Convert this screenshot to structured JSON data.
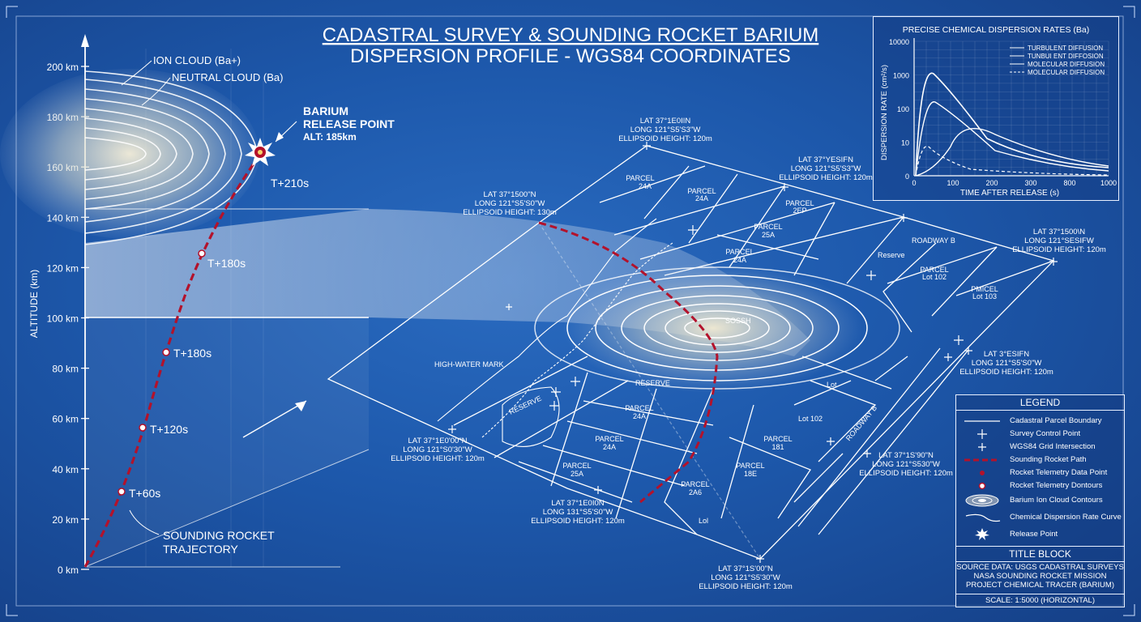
{
  "title": {
    "line1": "CADASTRAL SURVEY & SOUNDING ROCKET BARIUM",
    "line2": "DISPERSION PROFILE - WGS84 COORDINATES"
  },
  "altitude_axis": {
    "label": "ALTITUDE (km)",
    "ticks": [
      "0 km",
      "20 km",
      "40 km",
      "60 km",
      "80 km",
      "100 km",
      "120 km",
      "140 km",
      "160 km",
      "180 km",
      "200 km"
    ]
  },
  "cloud_labels": {
    "ion": "ION CLOUD (Ba+)",
    "neutral": "NEUTRAL CLOUD (Ba)"
  },
  "release": {
    "line1": "BARIUM",
    "line2": "RELEASE POINT",
    "line3": "ALT: 185km"
  },
  "trajectory": {
    "label1": "SOUNDING ROCKET",
    "label2": "TRAJECTORY",
    "markers": [
      "T+60s",
      "T+120s",
      "T+180s",
      "T+180s",
      "T+210s"
    ]
  },
  "coords": [
    {
      "l1": "LAT 37°1E0IIN",
      "l2": "LONG 121°S5'S3\"W",
      "l3": "ELLIPSOID HEIGHT: 120m"
    },
    {
      "l1": "LAT 37°YESIFN",
      "l2": "LONG 121°S5'S3\"W",
      "l3": "ELLIPSOID HEIGHT: 120m"
    },
    {
      "l1": "LAT 37°1500\"N",
      "l2": "LONG 121°S5'S0\"W",
      "l3": "ELLIPSOID HEIGHT: 130m"
    },
    {
      "l1": "LAT 37°1500\\N",
      "l2": "LONG 121°SESIFW",
      "l3": "ELLIPSOID HEIGHT: 120m"
    },
    {
      "l1": "LAT 37°1E0'00\"N",
      "l2": "LONG 121°S0'30\"W",
      "l3": "ELLIPSOID HEIGHT: 120m"
    },
    {
      "l1": "LAT 37°1E0I0N",
      "l2": "LONG 131°S5'S0\"W",
      "l3": "ELLIPSOID HEIGHT: 120m"
    },
    {
      "l1": "LAT 37°1S'00\"N",
      "l2": "LONG 121°S5'30\"W",
      "l3": "ELLIPSOID HEIGHT: 120m"
    },
    {
      "l1": "LAT 37°1S'90\"N",
      "l2": "LONG 121°S530\"W",
      "l3": "ELLIPSOID HEIGHT: 120m"
    },
    {
      "l1": "LAT 3°ESIFN",
      "l2": "LONG 121°S5'S0\"W",
      "l3": "ELLIPSOID HEIGHT: 120m"
    }
  ],
  "parcels": {
    "p1": "PARCEL",
    "p1b": "24A",
    "p2": "PARCEL",
    "p2b": "24A",
    "p3": "PARCEL",
    "p3b": "2EP",
    "p4": "PARCEL",
    "p4b": "25A",
    "p5": "PARCEL",
    "p5b": "24A",
    "p6": "PARCEL",
    "p6b": "Lot 102",
    "p7": "PMICEL",
    "p7b": "Lot 103",
    "p8": "PARCEL",
    "p8b": "24A",
    "p9": "PARCEL",
    "p9b": "24A",
    "p10": "PARCEL",
    "p10b": "25A",
    "p11": "PARCEL",
    "p11b": "2A6",
    "p12": "PARCEL",
    "p12b": "181",
    "p13": "PARCEL",
    "p13b": "18E",
    "road": "ROADWAY B",
    "reserve1": "RESERVE",
    "reserve2": "RESERVE",
    "reserve3": "Reserve",
    "hwm": "HIGH-WATER MARK",
    "lot1": "Lot 102",
    "lot2": "Lot",
    "lot3": "Lol",
    "road2": "ROADWAY B",
    "center": "SOSSH"
  },
  "inset": {
    "title": "PRECISE CHEMICAL DISPERSION RATES (Ba)",
    "ylabel": "DISPERSION RATE (cm²/s)",
    "xlabel": "TIME AFTER RELEASE (s)",
    "yticks": [
      "0",
      "10",
      "100",
      "1000",
      "10000"
    ],
    "xticks": [
      "0",
      "100",
      "200",
      "300",
      "800",
      "1000"
    ],
    "legend": [
      "TURBULENT DIFFUSION",
      "TUNBUI ENT DIFFOSION",
      "MOLECULAR DIFFUSION",
      "MOLECULAR DIFFUSION"
    ]
  },
  "legend": {
    "title": "LEGEND",
    "items": [
      "Cadastral Parcel Boundary",
      "Survey Control Point",
      "WGS84 Grid Intersection",
      "Sounding Rocket Path",
      "Rocket Telemetry Data Point",
      "Rocket Telemetry Dontours",
      "Barium Ion Cloud Contours",
      "Chemical Dispersion Rate Curve",
      "Release Point"
    ]
  },
  "title_block": {
    "title": "TITLE BLOCK",
    "src1": "SOURCE DATA: USGS CADASTRAL SURVEYS",
    "src2": "NASA SOUNDING ROCKET MISSION",
    "src3": "PROJECT CHEMICAL TRACER (BARIUM)",
    "scale": "SCALE: 1:5000 (HORIZONTAL)"
  },
  "colors": {
    "background": "#1d58ab",
    "line": "#ffffff",
    "trajectory": "#b3122b",
    "cloud": "#f2ecd8"
  }
}
